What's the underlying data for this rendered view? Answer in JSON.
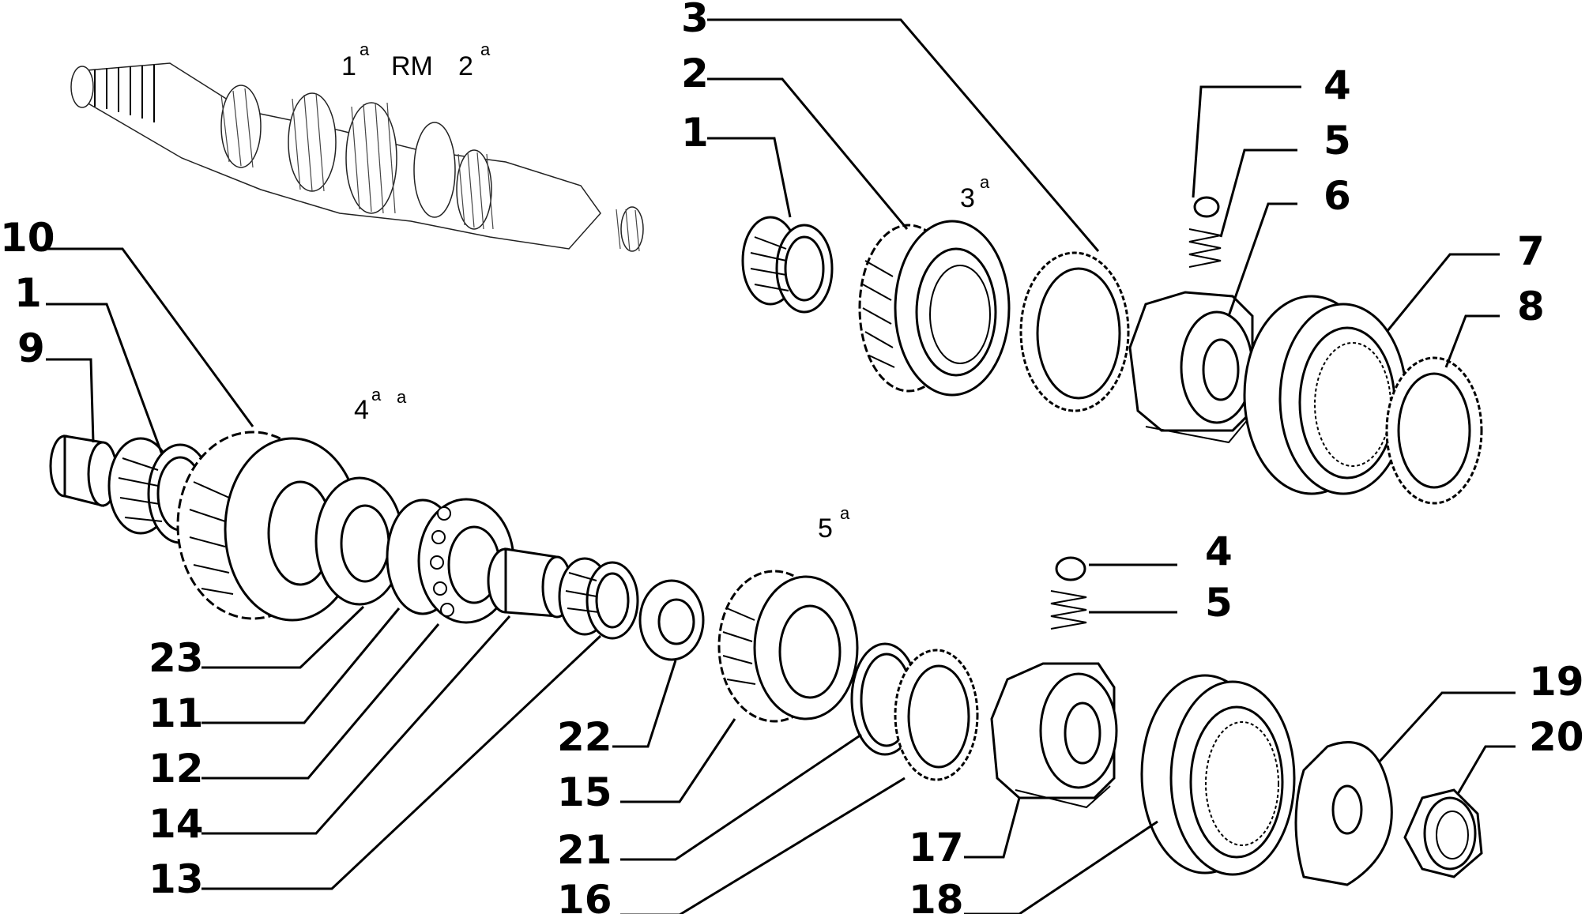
{
  "callouts": [
    {
      "id": "c3top",
      "text": "3"
    },
    {
      "id": "c2top",
      "text": "2"
    },
    {
      "id": "c1top",
      "text": "1"
    },
    {
      "id": "c4top",
      "text": "4"
    },
    {
      "id": "c5top",
      "text": "5"
    },
    {
      "id": "c6",
      "text": "6"
    },
    {
      "id": "c7",
      "text": "7"
    },
    {
      "id": "c8",
      "text": "8"
    },
    {
      "id": "c10",
      "text": "10"
    },
    {
      "id": "c1left",
      "text": "1"
    },
    {
      "id": "c9",
      "text": "9"
    },
    {
      "id": "c23",
      "text": "23"
    },
    {
      "id": "c11",
      "text": "11"
    },
    {
      "id": "c12",
      "text": "12"
    },
    {
      "id": "c14",
      "text": "14"
    },
    {
      "id": "c13",
      "text": "13"
    },
    {
      "id": "c22",
      "text": "22"
    },
    {
      "id": "c15",
      "text": "15"
    },
    {
      "id": "c21",
      "text": "21"
    },
    {
      "id": "c16",
      "text": "16"
    },
    {
      "id": "c4mid",
      "text": "4"
    },
    {
      "id": "c5mid",
      "text": "5"
    },
    {
      "id": "c17",
      "text": "17"
    },
    {
      "id": "c18",
      "text": "18"
    },
    {
      "id": "c19",
      "text": "19"
    },
    {
      "id": "c20",
      "text": "20"
    }
  ],
  "gear_labels": [
    {
      "id": "g1",
      "base": "1",
      "sup": "a"
    },
    {
      "id": "grm",
      "base": "RM",
      "sup": ""
    },
    {
      "id": "g2",
      "base": "2",
      "sup": "a"
    },
    {
      "id": "g3",
      "base": "3",
      "sup": "a"
    },
    {
      "id": "g4",
      "base": "4",
      "sup": "a"
    },
    {
      "id": "g4b",
      "base": "",
      "sup": "a"
    },
    {
      "id": "g5",
      "base": "5",
      "sup": "a"
    }
  ]
}
